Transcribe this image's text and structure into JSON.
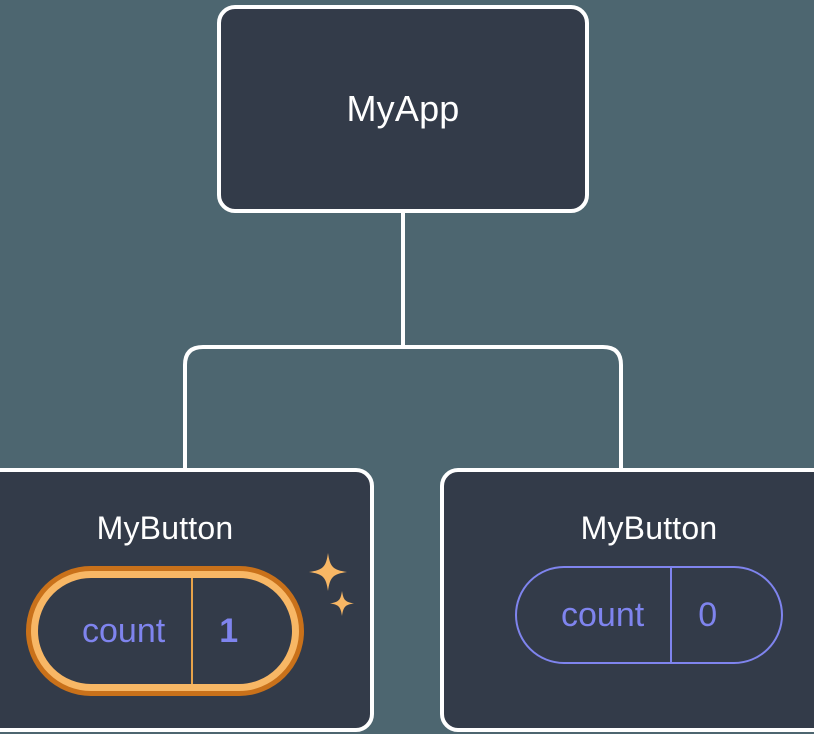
{
  "diagram": {
    "type": "component-tree",
    "title_hidden": "",
    "background_color": "#4d6670",
    "node_fill_color": "#333b49",
    "node_border_color": "#ffffff",
    "edge_color": "#ffffff",
    "accent_purple": "#7f84ee",
    "accent_orange_light": "#f8b765",
    "accent_orange_dark": "#c9711a"
  },
  "root": {
    "label": "MyApp"
  },
  "children": [
    {
      "label": "MyButton",
      "state": {
        "key": "count",
        "value": "1",
        "highlighted": true,
        "sparkle_large": "sparkle-icon",
        "sparkle_small": "sparkle-icon"
      }
    },
    {
      "label": "MyButton",
      "state": {
        "key": "count",
        "value": "0",
        "highlighted": false
      }
    }
  ]
}
